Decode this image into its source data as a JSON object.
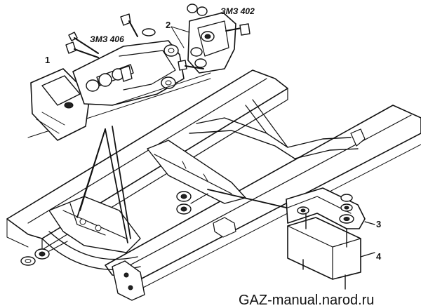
{
  "labels": {
    "callout_1": "1",
    "callout_2": "2",
    "callout_3": "3",
    "callout_4": "4"
  },
  "engines": {
    "left": "ЗМЗ 406",
    "right": "ЗМЗ 402"
  },
  "watermark": "GAZ-manual.narod.ru"
}
